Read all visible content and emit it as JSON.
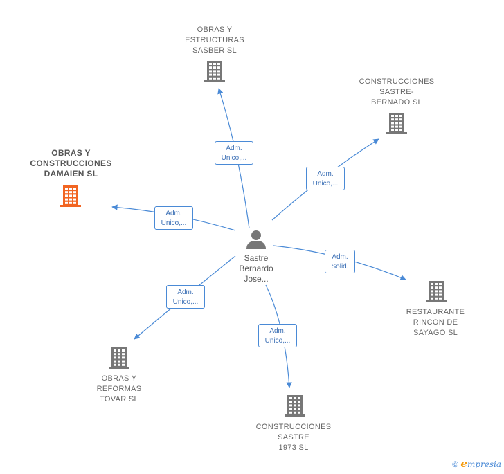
{
  "center": {
    "label_lines": [
      "Sastre",
      "Bernardo",
      "Jose..."
    ],
    "icon": "person-icon"
  },
  "companies": [
    {
      "id": "sasber",
      "lines": [
        "OBRAS Y",
        "ESTRUCTURAS",
        "SASBER  SL"
      ],
      "color": "#777777",
      "highlight": false,
      "edge_label": [
        "Adm.",
        "Unico,..."
      ]
    },
    {
      "id": "sastre-bernado",
      "lines": [
        "CONSTRUCCIONES",
        "SASTRE-",
        "BERNADO SL"
      ],
      "color": "#777777",
      "highlight": false,
      "edge_label": [
        "Adm.",
        "Unico,..."
      ]
    },
    {
      "id": "damaien",
      "lines": [
        "OBRAS Y",
        "CONSTRUCCIONES",
        "DAMAIEN  SL"
      ],
      "color": "#f26522",
      "highlight": true,
      "edge_label": [
        "Adm.",
        "Unico,..."
      ]
    },
    {
      "id": "rincon",
      "lines": [
        "RESTAURANTE",
        "RINCON DE",
        "SAYAGO  SL"
      ],
      "color": "#777777",
      "highlight": false,
      "edge_label": [
        "Adm.",
        "Solid."
      ]
    },
    {
      "id": "tovar",
      "lines": [
        "OBRAS Y",
        "REFORMAS",
        "TOVAR  SL"
      ],
      "color": "#777777",
      "highlight": false,
      "edge_label": [
        "Adm.",
        "Unico,..."
      ]
    },
    {
      "id": "sastre-1973",
      "lines": [
        "CONSTRUCCIONES",
        "SASTRE",
        "1973  SL"
      ],
      "color": "#777777",
      "highlight": false,
      "edge_label": [
        "Adm.",
        "Unico,..."
      ]
    }
  ],
  "colors": {
    "edge": "#4a8ad6",
    "person": "#777777"
  },
  "footer": {
    "copyright": "©",
    "brand_initial": "e",
    "brand_rest": "mpresia"
  }
}
